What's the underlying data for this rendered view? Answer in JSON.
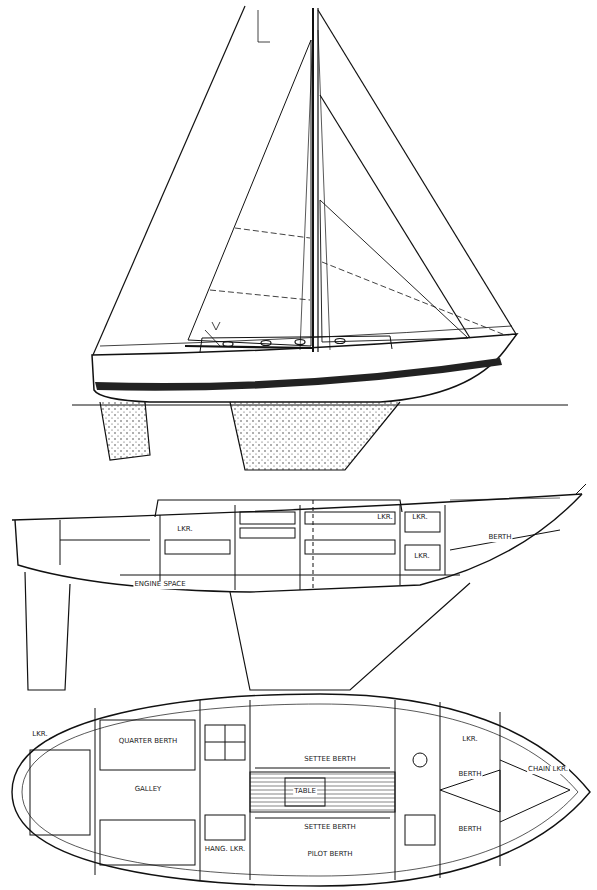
{
  "diagram": {
    "labels": [
      "LKR.",
      "ENGINE SPACE",
      "LKR.",
      "LKR.",
      "LKR.",
      "BERTH",
      "LKR.",
      "QUARTER BERTH",
      "GALLEY",
      "SETTEE BERTH",
      "TABLE",
      "SETTEE BERTH",
      "PILOT BERTH",
      "HANG. LKR.",
      "LKR.",
      "BERTH",
      "BERTH",
      "CHAIN LKR."
    ]
  }
}
